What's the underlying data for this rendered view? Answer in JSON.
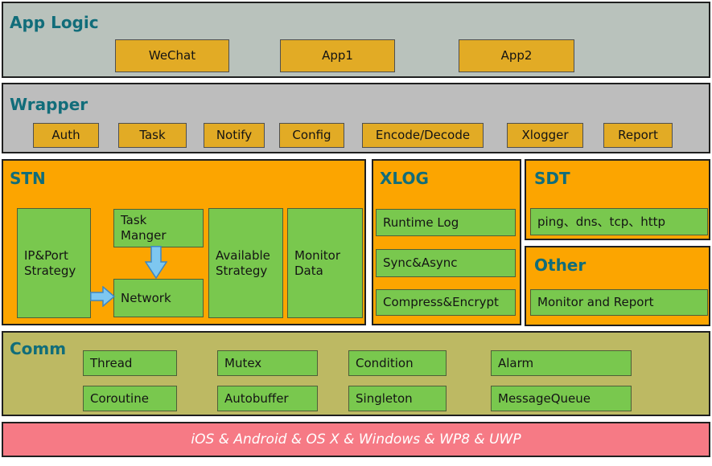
{
  "colors": {
    "header_text": "#116d7a",
    "app_logic_bg": "#b9c2bc",
    "wrapper_bg": "#bdbdbd",
    "orange_section_bg": "#fca500",
    "gold_box_bg": "#e2ab25",
    "green_box_bg": "#79c84e",
    "comm_bg": "#bdb963",
    "platform_bar_bg": "#f67a85",
    "arrow_fill": "#7ec7f0",
    "arrow_stroke": "#3c87c4"
  },
  "app_logic": {
    "title": "App Logic",
    "apps": [
      "WeChat",
      "App1",
      "App2"
    ]
  },
  "wrapper": {
    "title": "Wrapper",
    "modules": [
      "Auth",
      "Task",
      "Notify",
      "Config",
      "Encode/Decode",
      "Xlogger",
      "Report"
    ]
  },
  "stn": {
    "title": "STN",
    "ip_port_strategy": "IP&Port Strategy",
    "task_manager": "Task Manger",
    "network": "Network",
    "available_strategy": "Available Strategy",
    "monitor_data": "Monitor Data"
  },
  "xlog": {
    "title": "XLOG",
    "features": [
      "Runtime Log",
      "Sync&Async",
      "Compress&Encrypt"
    ]
  },
  "sdt": {
    "title": "SDT",
    "features": [
      "ping、dns、tcp、http"
    ]
  },
  "other": {
    "title": "Other",
    "features": [
      "Monitor and Report"
    ]
  },
  "comm": {
    "title": "Comm",
    "row1": [
      "Thread",
      "Mutex",
      "Condition",
      "Alarm"
    ],
    "row2": [
      "Coroutine",
      "Autobuffer",
      "Singleton",
      "MessageQueue"
    ]
  },
  "platform_bar": {
    "label": "iOS & Android & OS X & Windows & WP8 & UWP"
  }
}
